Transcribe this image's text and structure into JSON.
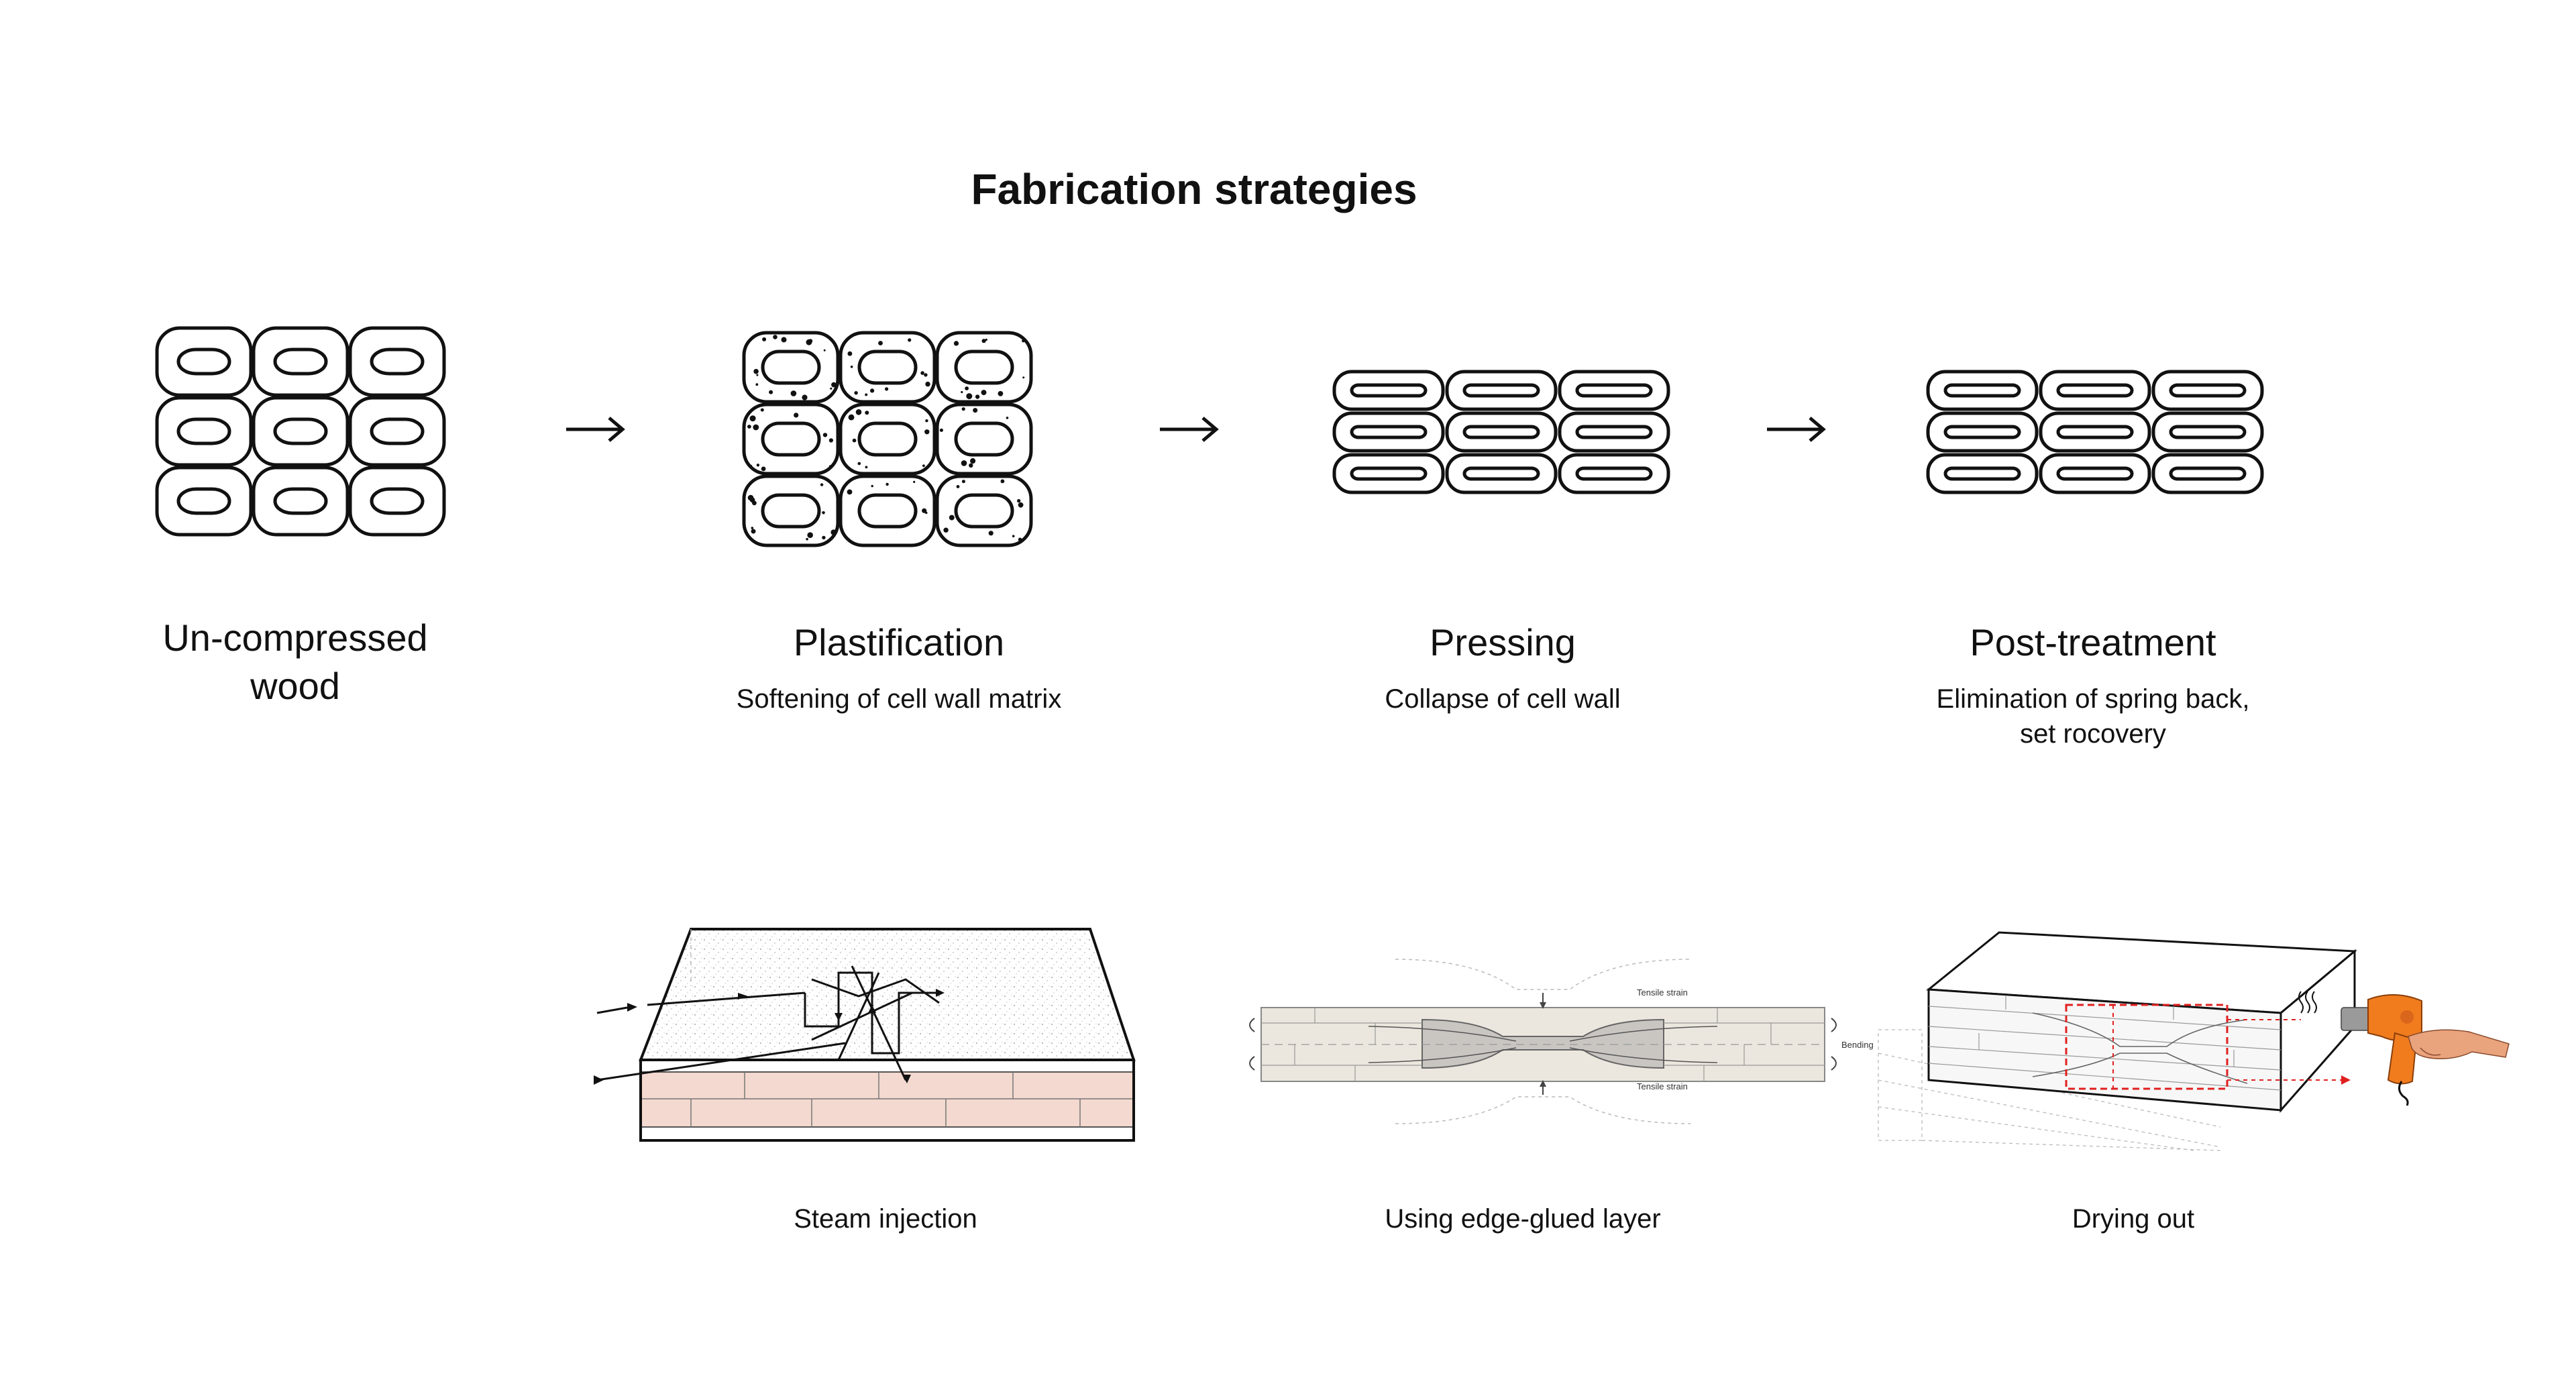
{
  "title": "Fabrication strategies",
  "stages": [
    {
      "title_lines": [
        "Un-compressed",
        "wood"
      ],
      "subtitle_lines": []
    },
    {
      "title_lines": [
        "Plastification"
      ],
      "subtitle_lines": [
        "Softening of cell wall matrix"
      ]
    },
    {
      "title_lines": [
        "Pressing"
      ],
      "subtitle_lines": [
        "Collapse of cell wall"
      ]
    },
    {
      "title_lines": [
        "Post-treatment"
      ],
      "subtitle_lines": [
        "Elimination of spring back,",
        "set rocovery"
      ]
    }
  ],
  "methods": [
    {
      "label": "Steam injection"
    },
    {
      "label": "Using edge-glued layer",
      "annotations": {
        "tensile_top": "Tensile strain",
        "tensile_bottom": "Tensile strain",
        "bending": "Bending"
      }
    },
    {
      "label": "Drying out"
    }
  ],
  "colors": {
    "stroke": "#111111",
    "wood_pink": "#f3d9cf",
    "wood_beige": "#e9e3d8",
    "compress_gray": "#c9c6c2",
    "heat_gun_orange": "#f07c1e",
    "hand": "#e9a37d",
    "red_dash": "#e02020"
  },
  "icons": [
    "right-arrow-icon",
    "right-arrow-icon",
    "right-arrow-icon"
  ]
}
